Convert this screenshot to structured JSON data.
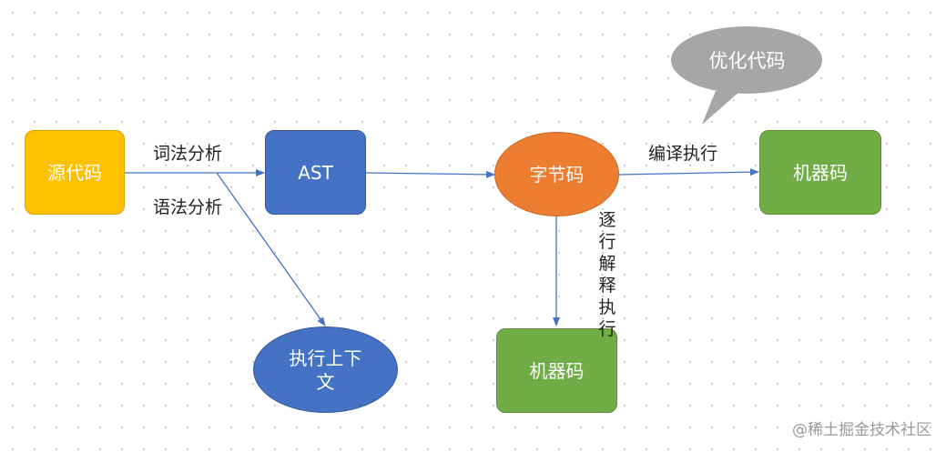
{
  "nodes": {
    "source_code": "源代码",
    "ast": "AST",
    "bytecode": "字节码",
    "machine_code_top": "机器码",
    "machine_code_bottom": "机器码",
    "exec_context": "执行上下文"
  },
  "labels": {
    "lexical_analysis": "词法分析",
    "syntax_analysis": "语法分析",
    "compile_execute": "编译执行",
    "interpret_line_by_line": "逐行解释执行"
  },
  "callout": {
    "text": "优化代码"
  },
  "watermark": "@稀土掘金技术社区",
  "colors": {
    "yellow": "#ffc000",
    "blue": "#4472c4",
    "orange": "#ed7d31",
    "green": "#70ad47",
    "gray_callout": "#a6a6a6",
    "edge": "#4472c4"
  }
}
